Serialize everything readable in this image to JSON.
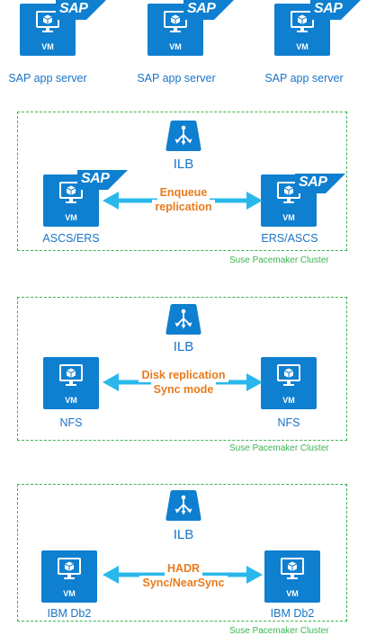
{
  "vm_label": "VM",
  "sap_logo": "SAP",
  "app_servers": [
    {
      "caption": "SAP app server"
    },
    {
      "caption": "SAP app server"
    },
    {
      "caption": "SAP app server"
    }
  ],
  "clusters": [
    {
      "ilb_label": "ILB",
      "left_caption": "ASCS/ERS",
      "right_caption": "ERS/ASCS",
      "replication_line1": "Enqueue",
      "replication_line2": "replication",
      "cluster_label": "Suse Pacemaker Cluster"
    },
    {
      "ilb_label": "ILB",
      "left_caption": "NFS",
      "right_caption": "NFS",
      "replication_line1": "Disk replication",
      "replication_line2": "Sync mode",
      "cluster_label": "Suse Pacemaker Cluster"
    },
    {
      "ilb_label": "ILB",
      "left_caption": "IBM Db2",
      "right_caption": "IBM Db2",
      "replication_line1": "HADR",
      "replication_line2": "Sync/NearSync",
      "cluster_label": "Suse Pacemaker Cluster"
    }
  ],
  "colors": {
    "vm_blue": "#0f7fd0",
    "caption_blue": "#1a74c7",
    "cluster_green": "#3cb452",
    "arrow_blue": "#2ab8ec",
    "replication_orange": "#e87b1e"
  },
  "icons": {
    "vm": "monitor-cube-icon",
    "ilb": "load-balancer-icon",
    "sap": "sap-logo"
  }
}
